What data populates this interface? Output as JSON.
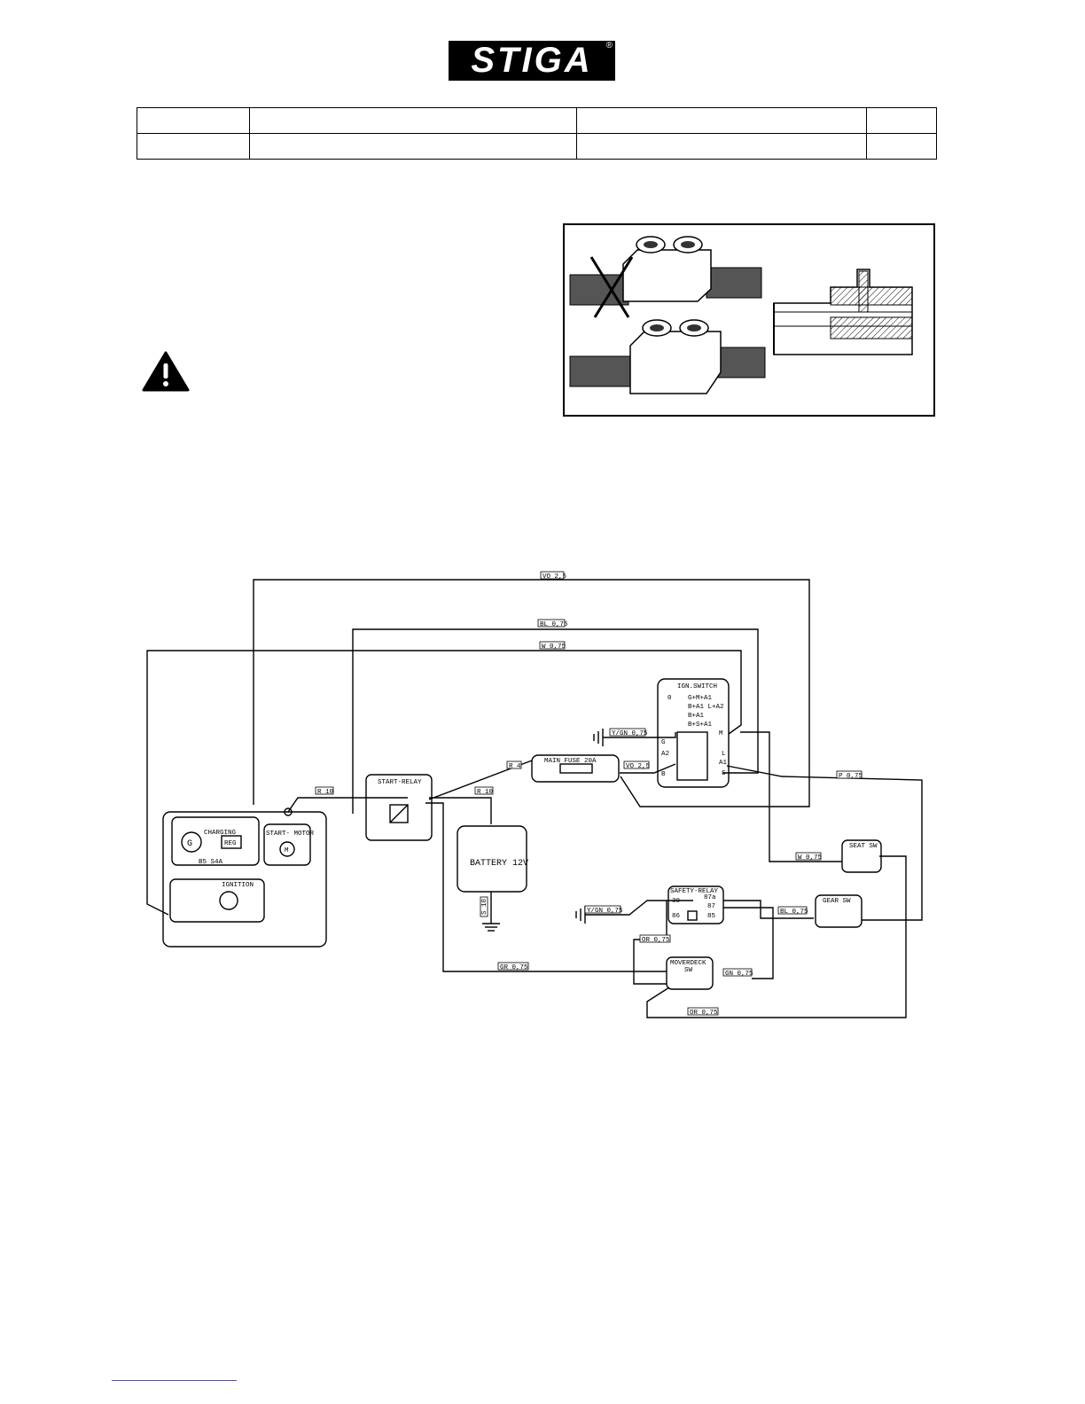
{
  "logo": {
    "text": "STIGA",
    "registered": "®"
  },
  "components": {
    "ign_switch": "IGN.SWITCH",
    "ign_positions": [
      "0",
      "G+M+A1",
      "B+A1  L+A2",
      "B+A1",
      "B+S+A1"
    ],
    "ign_terminals": {
      "g": "G",
      "a2": "A2",
      "b": "B",
      "m": "M",
      "l": "L",
      "a1": "A1",
      "s": "S"
    },
    "main_fuse": "MAIN FUSE 20A",
    "start_relay": "START-RELAY",
    "battery": "BATTERY 12V",
    "charging": "CHARGING",
    "reg": "REG",
    "gen": "G",
    "start_motor": "START-  MOTOR",
    "motor_m": "M",
    "ignition": "IGNITION",
    "b5_label": "B5     S4A",
    "seat_sw": "SEAT SW",
    "gear_sw": "GEAR SW",
    "safety_relay": "SAFETY-RELAY",
    "safety_terminals": {
      "t30": "30",
      "t87a": "87a",
      "t87": "87",
      "t86": "86",
      "t85": "85"
    },
    "moverdeck_sw_1": "MOVERDECK",
    "moverdeck_sw_2": "SW"
  },
  "wires": {
    "vo25_top": "VO 2,5",
    "bl075_top": "BL 0,75",
    "w075_top": "W 0,75",
    "ygn075_ign": "Y/GN 0,75",
    "r4": "R 4",
    "vo25_fuse": "VO 2,5",
    "p075": "P 0,75",
    "r10_left": "R 10",
    "r10_right": "R 10",
    "s10": "S 10",
    "w075_seat": "W 0,75",
    "ygn075_safety": "Y/GN 0,75",
    "bl075_gear": "BL 0,75",
    "or075_mid": "OR 0,75",
    "gr075": "GR 0,75",
    "gn075": "GN 0,75",
    "or075_bottom": "OR 0,75"
  }
}
